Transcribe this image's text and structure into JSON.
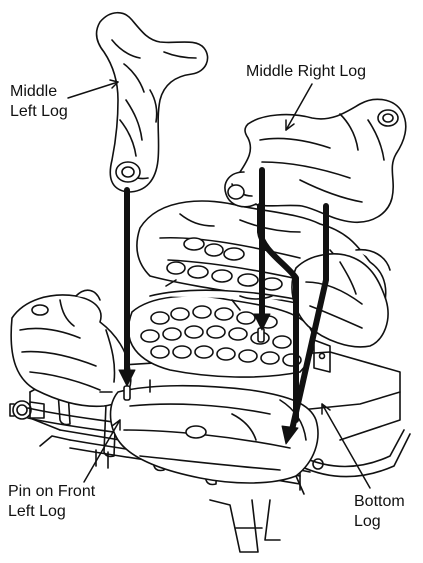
{
  "diagram": {
    "labels": {
      "middle_left_log": [
        "Middle",
        "Left Log"
      ],
      "middle_right_log": "Middle Right Log",
      "pin_on_front_left_log": [
        "Pin on Front",
        "Left Log"
      ],
      "bottom_log": [
        "Bottom",
        "Log"
      ]
    },
    "colors": {
      "line": "#111111",
      "fill": "#ffffff",
      "background": "#ffffff"
    }
  }
}
